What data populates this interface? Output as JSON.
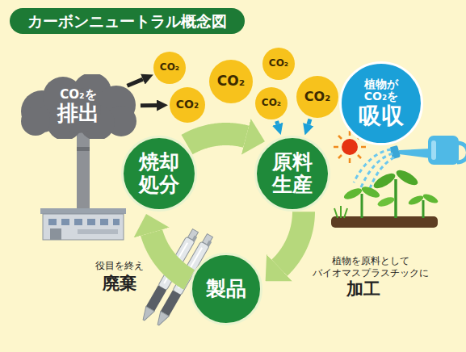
{
  "diagram": {
    "title": "カーボンニュートラル概念図",
    "nodes": [
      {
        "text": [
          "CO₂を",
          "排出"
        ]
      },
      {
        "text": [
          "CO₂"
        ]
      },
      {
        "text": [
          "CO₂"
        ]
      },
      {
        "text": [
          "CO₂"
        ]
      },
      {
        "text": [
          "CO₂"
        ]
      },
      {
        "text": [
          "CO₂"
        ]
      },
      {
        "text": [
          "CO₂"
        ]
      },
      {
        "text": [
          "植物が CO₂を",
          "吸収"
        ]
      },
      {
        "text": [
          "焼却 処分"
        ]
      },
      {
        "text": [
          "原料 生産"
        ]
      },
      {
        "text": [
          "製品"
        ]
      }
    ],
    "edges": [
      {
        "from": 0,
        "to": 1,
        "arrow": "to"
      },
      {
        "from": 0,
        "to": 4,
        "arrow": "to"
      },
      {
        "from": 5,
        "to": 9,
        "arrow": "to"
      },
      {
        "from": 6,
        "to": 9,
        "arrow": "to"
      },
      {
        "from": 9,
        "to": 10,
        "arrow": "to"
      },
      {
        "from": 10,
        "to": 8,
        "arrow": "to"
      },
      {
        "from": 8,
        "to": 9,
        "arrow": "to"
      }
    ],
    "labels": [
      "役目を終え",
      "廃棄",
      "植物を原料として バイオマスプラスチックに",
      "加工"
    ]
  }
}
